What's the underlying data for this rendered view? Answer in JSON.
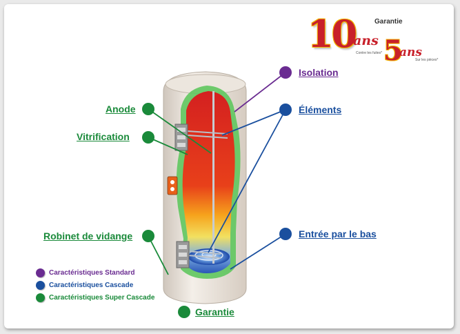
{
  "labels": {
    "isolation": "Isolation",
    "elements": "Éléments",
    "anode": "Anode",
    "vitrification": "Vitrification",
    "robinet": "Robinet de vidange",
    "entree": "Entrée par le bas",
    "garantie": "Garantie"
  },
  "legend": [
    {
      "label": "Caractéristiques Standard",
      "color": "#6a2c91"
    },
    {
      "label": "Caractéristiques Cascade",
      "color": "#1a4f9e"
    },
    {
      "label": "Caractéristiques Super Cascade",
      "color": "#1a8a3a"
    }
  ],
  "logo": {
    "ten": "10",
    "ans1": "ans",
    "garantie": "Garantie",
    "five": "5",
    "ans2": "ans",
    "small1": "Contre les fuites*",
    "small2": "Sur les pièces*"
  },
  "colors": {
    "green": "#1a8a3a",
    "blue": "#1a4f9e",
    "purple": "#6a2c91"
  }
}
